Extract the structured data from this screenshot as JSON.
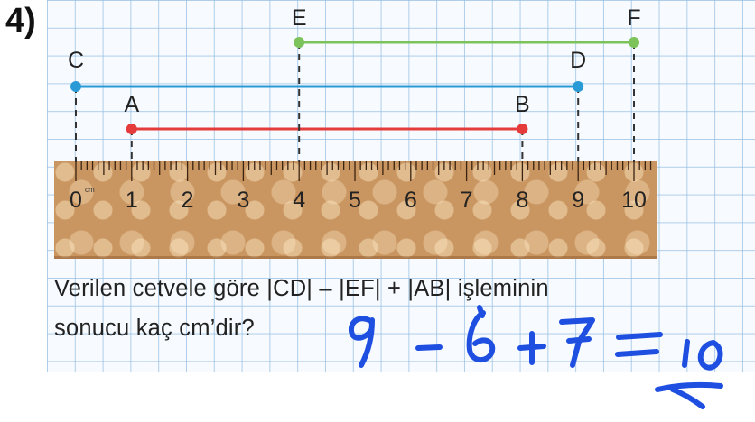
{
  "question_number": "4)",
  "points": [
    {
      "label": "A",
      "value": 1,
      "color": "#e53b3b"
    },
    {
      "label": "B",
      "value": 8,
      "color": "#e53b3b"
    },
    {
      "label": "C",
      "value": 0,
      "color": "#2a9ad6"
    },
    {
      "label": "D",
      "value": 9,
      "color": "#2a9ad6"
    },
    {
      "label": "E",
      "value": 4,
      "color": "#7bc35a"
    },
    {
      "label": "F",
      "value": 10,
      "color": "#7bc35a"
    }
  ],
  "segments": [
    {
      "name": "AB",
      "from": 1,
      "to": 8,
      "color": "#e53b3b"
    },
    {
      "name": "CD",
      "from": 0,
      "to": 9,
      "color": "#2a9ad6"
    },
    {
      "name": "EF",
      "from": 4,
      "to": 10,
      "color": "#7bc35a"
    }
  ],
  "ruler": {
    "ticks": [
      "0",
      "1",
      "2",
      "3",
      "4",
      "5",
      "6",
      "7",
      "8",
      "9",
      "10"
    ],
    "unit": "cm"
  },
  "question": {
    "line1": "Verilen cetvele göre |CD| – |EF| + |AB| işleminin",
    "line2": "sonucu kaç cm’dir?"
  },
  "handwritten_answer": {
    "expression": "9 - 6 + 7 = 10",
    "color": "#1e4fe0"
  }
}
